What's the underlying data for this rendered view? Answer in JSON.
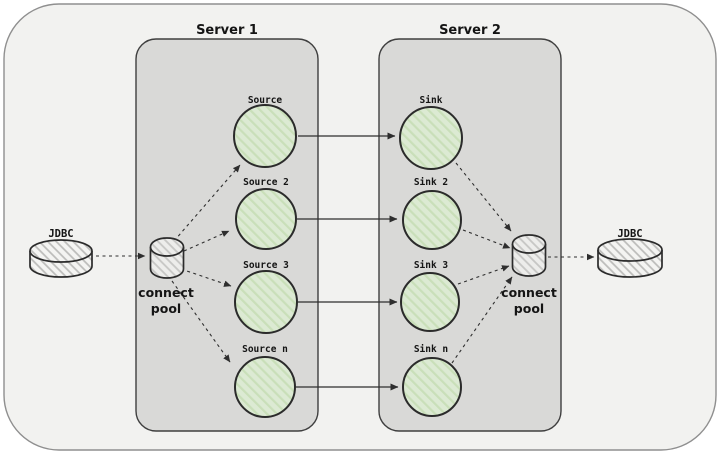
{
  "diagram": {
    "left_database": {
      "label": "JDBC"
    },
    "right_database": {
      "label": "JDBC"
    },
    "left_pool": {
      "label_line1": "connect",
      "label_line2": "pool"
    },
    "right_pool": {
      "label_line1": "connect",
      "label_line2": "pool"
    },
    "server1": {
      "label": "Server 1",
      "nodes": [
        {
          "label": "Source"
        },
        {
          "label": "Source 2"
        },
        {
          "label": "Source 3"
        },
        {
          "label": "Source n"
        }
      ]
    },
    "server2": {
      "label": "Server 2",
      "nodes": [
        {
          "label": "Sink"
        },
        {
          "label": "Sink 2"
        },
        {
          "label": "Sink 3"
        },
        {
          "label": "Sink n"
        }
      ]
    },
    "edges": [
      {
        "from": "jdbc-left",
        "to": "connect-pool-left",
        "style": "dashed"
      },
      {
        "from": "connect-pool-left",
        "to": "Source",
        "style": "dashed"
      },
      {
        "from": "connect-pool-left",
        "to": "Source 2",
        "style": "dashed"
      },
      {
        "from": "connect-pool-left",
        "to": "Source 3",
        "style": "dashed"
      },
      {
        "from": "connect-pool-left",
        "to": "Source n",
        "style": "dashed"
      },
      {
        "from": "Source",
        "to": "Sink",
        "style": "solid"
      },
      {
        "from": "Source 2",
        "to": "Sink 2",
        "style": "solid"
      },
      {
        "from": "Source 3",
        "to": "Sink 3",
        "style": "solid"
      },
      {
        "from": "Source n",
        "to": "Sink n",
        "style": "solid"
      },
      {
        "from": "Sink",
        "to": "connect-pool-right",
        "style": "dashed"
      },
      {
        "from": "Sink 2",
        "to": "connect-pool-right",
        "style": "dashed"
      },
      {
        "from": "Sink 3",
        "to": "connect-pool-right",
        "style": "dashed"
      },
      {
        "from": "Sink n",
        "to": "connect-pool-right",
        "style": "dashed"
      },
      {
        "from": "connect-pool-right",
        "to": "jdbc-right",
        "style": "dashed"
      }
    ],
    "colors": {
      "canvas_fill": "#f2f2f0",
      "server_fill": "#d9d9d7",
      "node_fill": "#dcead3",
      "node_hatch": "#c9dfb9",
      "cylinder_fill": "#ededeb",
      "cylinder_hatch": "#c6c6c4",
      "stroke": "#2b2b2b"
    }
  }
}
